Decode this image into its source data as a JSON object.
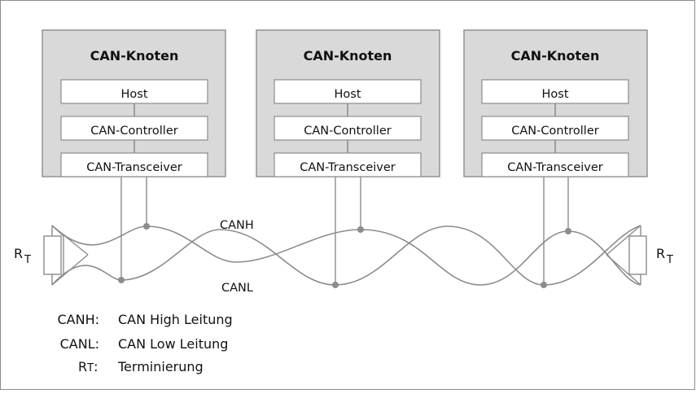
{
  "nodes": [
    {
      "title": "CAN-Knoten",
      "blocks": [
        "Host",
        "CAN-Controller",
        "CAN-Transceiver"
      ]
    },
    {
      "title": "CAN-Knoten",
      "blocks": [
        "Host",
        "CAN-Controller",
        "CAN-Transceiver"
      ]
    },
    {
      "title": "CAN-Knoten",
      "blocks": [
        "Host",
        "CAN-Controller",
        "CAN-Transceiver"
      ]
    }
  ],
  "bus": {
    "canh_label": "CANH",
    "canl_label": "CANL"
  },
  "termination": {
    "symbol_main": "R",
    "symbol_sub": "T"
  },
  "legend": [
    {
      "key": "CANH:",
      "value": "CAN High Leitung"
    },
    {
      "key": "CANL:",
      "value": "CAN Low Leitung"
    },
    {
      "key_main": "R",
      "key_sub": "T",
      "key_suffix": ":",
      "value": "Terminierung"
    }
  ],
  "colors": {
    "node_fill": "#d9d9d9",
    "stroke": "#8c8c8c",
    "wire": "#8c8c8c",
    "block_fill": "#ffffff"
  }
}
